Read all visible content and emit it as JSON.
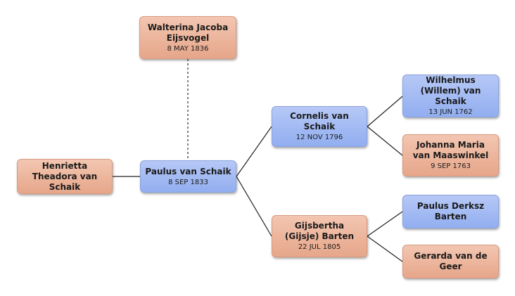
{
  "people": {
    "walterina": {
      "name": "Walterina Jacoba Eijsvogel",
      "date": "8 MAY 1836",
      "gender": "female"
    },
    "henrietta": {
      "name": "Henrietta Theadora van Schaik",
      "gender": "female"
    },
    "paulus": {
      "name": "Paulus van Schaik",
      "date": "8 SEP 1833",
      "gender": "male"
    },
    "cornelis": {
      "name": "Cornelis van Schaik",
      "date": "12 NOV 1796",
      "gender": "male"
    },
    "gijsbertha": {
      "name": "Gijsbertha (Gijsje) Barten",
      "date": "22 JUL 1805",
      "gender": "female"
    },
    "wilhelmus": {
      "name": "Wilhelmus (Willem) van Schaik",
      "date": "13 JUN 1762",
      "gender": "male"
    },
    "johanna": {
      "name": "Johanna Maria van Maaswinkel",
      "date": "9 SEP 1763",
      "gender": "female"
    },
    "paulus_derksz": {
      "name": "Paulus Derksz Barten",
      "gender": "male"
    },
    "gerarda": {
      "name": "Gerarda van de Geer",
      "gender": "female"
    }
  },
  "colors": {
    "male_fill": "#a3bcf3",
    "female_fill": "#eeb69e",
    "connector": "#222222",
    "spouse_connector": "#555555"
  }
}
